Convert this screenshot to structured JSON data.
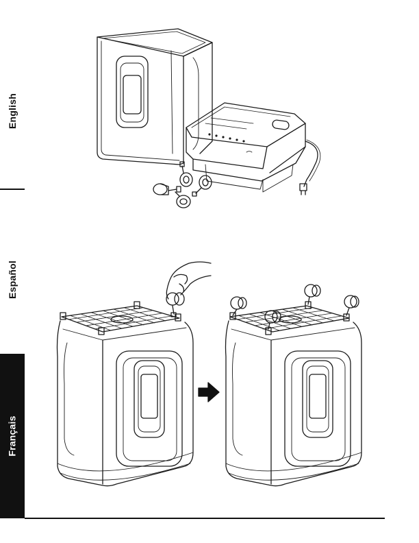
{
  "languages": {
    "english": "English",
    "espanol": "Español",
    "francais": "Français"
  },
  "colors": {
    "tab_active_bg": "#111111",
    "tab_active_text": "#ffffff",
    "line_art": "#1a1a1a"
  },
  "illustrations": [
    {
      "name": "shredder-parts-overview-illustration"
    },
    {
      "name": "attach-casters-step-illustration"
    },
    {
      "name": "next-step-arrow-icon"
    },
    {
      "name": "casters-attached-result-illustration"
    }
  ]
}
